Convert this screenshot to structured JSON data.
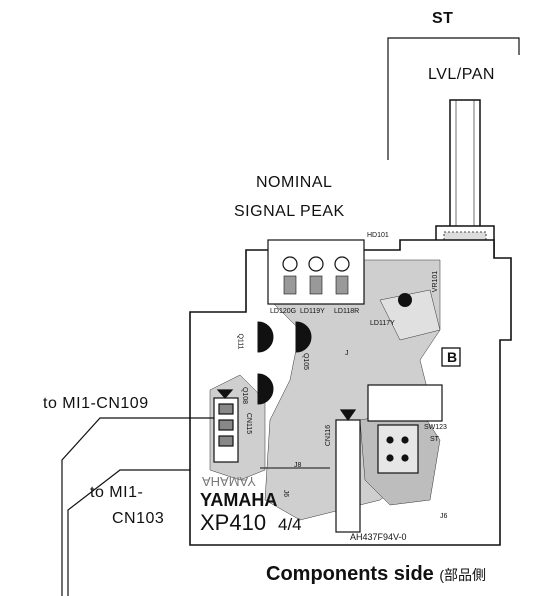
{
  "labels": {
    "st": "ST",
    "lvl_pan": "LVL/PAN",
    "nominal": "NOMINAL",
    "signal_peak": "SIGNAL PEAK",
    "to_cn109": "to MI1-CN109",
    "to_mi1": "to MI1-",
    "cn103": "CN103",
    "components_side": "Components side",
    "components_side_jp": "(部品側"
  },
  "board": {
    "brand": "YAMAHA",
    "model": "XP410",
    "page": "4/4",
    "pcb_code": "AH437F94V-0",
    "mirror_text": "AHAMAY",
    "b_marker": "B",
    "refs": {
      "hd101": "HD101",
      "ld120g": "LD120G",
      "ld119y": "LD119Y",
      "ld118r": "LD118R",
      "ld117y": "LD117Y",
      "vr101": "VR101",
      "q111": "Q111",
      "q105": "Q105",
      "q108": "Q108",
      "cn115": "CN115",
      "cn116": "CN116",
      "sw123": "SW123",
      "st_sw": "ST",
      "j": "J",
      "j8": "J8",
      "j6": "J6",
      "j6b": "J6"
    }
  }
}
